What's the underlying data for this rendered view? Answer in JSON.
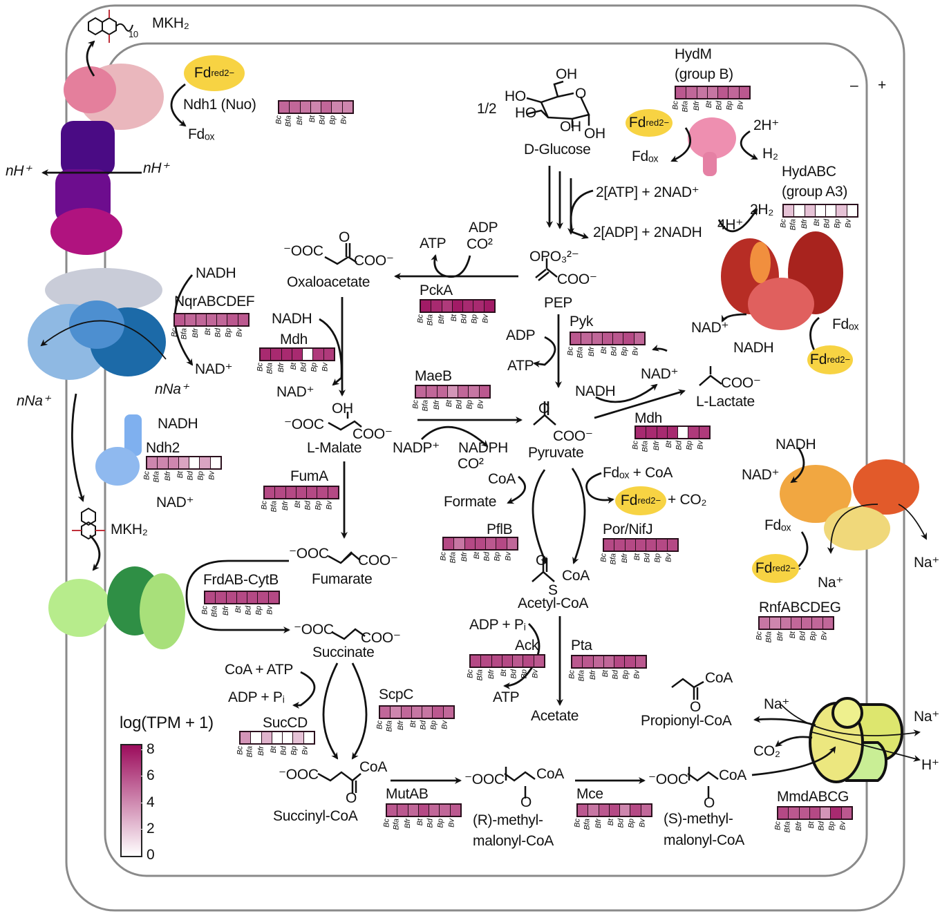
{
  "membrane": {
    "periplasm_sign": "–",
    "outside_sign": "+"
  },
  "species": [
    "Bc",
    "Bfa",
    "Bfr",
    "Bt",
    "Bd",
    "Bp",
    "Bv"
  ],
  "color_scale": {
    "min": 0,
    "max": 8,
    "low_color": "#ffffff",
    "high_color": "#9c0c5c"
  },
  "legend": {
    "title": "log(TPM + 1)",
    "ticks": [
      "8",
      "6",
      "4",
      "2",
      "0"
    ]
  },
  "enzymes": {
    "ndh1": {
      "name": "Ndh1 (Nuo)",
      "values": [
        5,
        5,
        4.5,
        4,
        5,
        4,
        4
      ]
    },
    "hydm": {
      "name": "HydM",
      "group": "(group B)",
      "values": [
        5.5,
        5,
        4.5,
        4.5,
        5.5,
        5,
        5.5
      ]
    },
    "hydabc": {
      "name": "HydABC",
      "group": "(group A3)",
      "values": [
        2,
        0,
        2,
        0,
        0,
        2,
        0
      ]
    },
    "nqr": {
      "name": "NqrABCDEF",
      "values": [
        5.5,
        5,
        5,
        5,
        5,
        5.5,
        5.5
      ]
    },
    "mdh1": {
      "name": "Mdh",
      "values": [
        7,
        7,
        7,
        7,
        0,
        6.5,
        6.5
      ]
    },
    "pcka": {
      "name": "PckA",
      "values": [
        7.5,
        7,
        6.5,
        7.5,
        7,
        7,
        7.5
      ]
    },
    "maeb": {
      "name": "MaeB",
      "values": [
        5,
        5,
        5,
        3.5,
        5,
        4.5,
        5.5
      ]
    },
    "pyk": {
      "name": "Pyk",
      "values": [
        5.5,
        5,
        5,
        5.5,
        5.5,
        6,
        5
      ]
    },
    "mdh2": {
      "name": "Mdh",
      "values": [
        7,
        7,
        7,
        7,
        0,
        6.5,
        6.5
      ]
    },
    "ndh2": {
      "name": "Ndh2",
      "values": [
        4,
        4,
        4,
        3,
        0,
        3,
        0
      ]
    },
    "fuma": {
      "name": "FumA",
      "values": [
        6,
        6,
        6,
        6,
        6,
        6,
        6
      ]
    },
    "pflb": {
      "name": "PflB",
      "values": [
        6,
        4.5,
        6,
        6,
        5.5,
        6,
        5
      ]
    },
    "por": {
      "name": "Por/NifJ",
      "values": [
        6,
        6,
        6,
        6,
        6,
        6,
        6
      ]
    },
    "frd": {
      "name": "FrdAB-CytB",
      "values": [
        6,
        6,
        6,
        6,
        6,
        6,
        6
      ]
    },
    "ack": {
      "name": "Ack",
      "values": [
        6,
        6,
        6,
        6,
        5.5,
        6,
        5.5
      ]
    },
    "pta": {
      "name": "Pta",
      "values": [
        5.5,
        5.5,
        5,
        5,
        6,
        6,
        5.5
      ]
    },
    "scpc": {
      "name": "ScpC",
      "values": [
        5,
        4,
        5,
        4.5,
        4.5,
        5.5,
        5
      ]
    },
    "succd": {
      "name": "SucCD",
      "values": [
        3.5,
        0,
        2.5,
        0,
        0,
        2,
        0
      ]
    },
    "mutab": {
      "name": "MutAB",
      "values": [
        5.5,
        5.5,
        5,
        6,
        5,
        5,
        5.5
      ]
    },
    "mce": {
      "name": "Mce",
      "values": [
        5.5,
        4.5,
        5.5,
        6,
        4,
        6,
        5
      ]
    },
    "rnf": {
      "name": "RnfABCDEG",
      "values": [
        4.5,
        4,
        4.5,
        5,
        5,
        5,
        5
      ]
    },
    "mmd": {
      "name": "MmdABCG",
      "values": [
        6,
        5.5,
        5.5,
        6,
        3.5,
        7,
        5.5
      ]
    }
  },
  "metabolites": {
    "glucose": "D-Glucose",
    "glucose_coef": "1/2",
    "pep": "PEP",
    "oxaloacetate": "Oxaloacetate",
    "malate": "L-Malate",
    "pyruvate": "Pyruvate",
    "lactate": "L-Lactate",
    "fumarate": "Fumarate",
    "succinate": "Succinate",
    "acetyl_coa": "Acetyl-CoA",
    "acetate": "Acetate",
    "formate": "Formate",
    "propionyl_coa": "Propionyl-CoA",
    "succinyl_coa": "Succinyl-CoA",
    "r_mm_1": "(R)-methyl-",
    "r_mm_2": "malonyl-CoA",
    "s_mm_1": "(S)-methyl-",
    "s_mm_2": "malonyl-CoA",
    "mkh2": "MKH₂"
  },
  "atoms": {
    "oh": "OH",
    "o": "O",
    "ho": "HO",
    "ooc": "⁻OOC",
    "coo": "COO⁻",
    "coa": "CoA",
    "s": "S",
    "opo3": "OPO₃²⁻",
    "ten": "10"
  },
  "cofactors": {
    "fd_main": "Fd",
    "fd_red_sub": "red",
    "fd_red_sup": "2−",
    "fd_ox": "Fdₒₓ",
    "nh_plus": "nH⁺",
    "nna_plus": "nNa⁺",
    "nadh": "NADH",
    "nad_plus": "NAD⁺",
    "nadp_plus": "NADP⁺",
    "nadph": "NADPH",
    "atp": "ATP",
    "adp": "ADP",
    "co2_sup": "CO²",
    "co2": "CO₂",
    "plus_co2": "+ CO₂",
    "atp_nad": "2[ATP] + 2NAD⁺",
    "adp_nadh": "2[ADP] + 2NADH",
    "two_h_plus": "2H⁺",
    "h2": "H₂",
    "two_h2": "2H₂",
    "four_h_plus": "4H⁺",
    "fdox_coa": "Fdₒₓ + CoA",
    "coa": "CoA",
    "adp_pi": "ADP + Pᵢ",
    "coa_atp": "CoA + ATP",
    "na_plus": "Na⁺",
    "h_plus": "H⁺"
  }
}
